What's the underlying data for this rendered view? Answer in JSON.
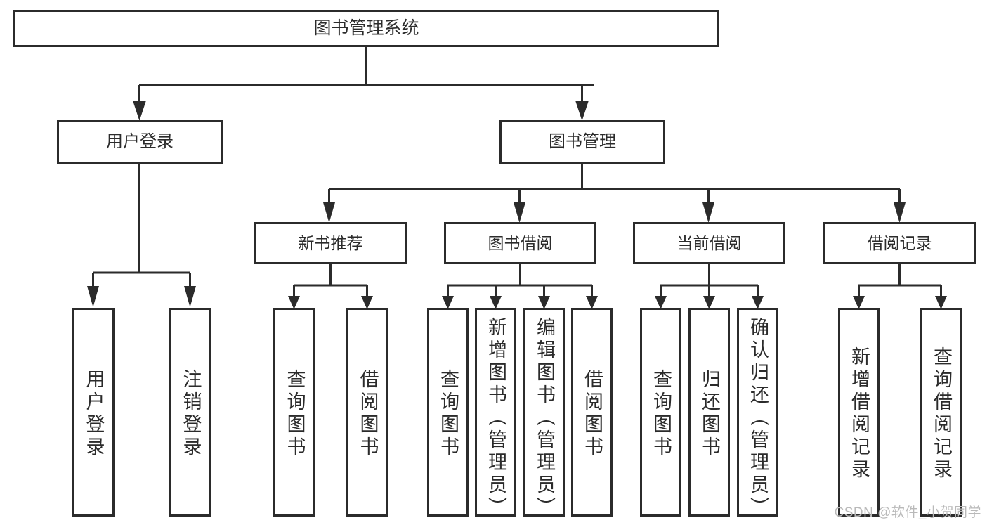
{
  "diagram": {
    "title": "图书管理系统",
    "type": "hierarchy-tree",
    "stroke_color": "#2b2b2b",
    "background_color": "#ffffff",
    "text_color": "#2b2b2b",
    "root": {
      "label": "图书管理系统"
    },
    "level2": [
      {
        "id": "user-login",
        "label": "用户登录"
      },
      {
        "id": "book-management",
        "label": "图书管理"
      }
    ],
    "level3": [
      {
        "id": "new-book-recommend",
        "label": "新书推荐"
      },
      {
        "id": "book-borrow",
        "label": "图书借阅"
      },
      {
        "id": "current-borrow",
        "label": "当前借阅"
      },
      {
        "id": "borrow-record",
        "label": "借阅记录"
      }
    ],
    "leaves": {
      "user_login": [
        {
          "id": "leaf-user-login",
          "label": "用户登录"
        },
        {
          "id": "leaf-logout-login",
          "label": "注销登录"
        }
      ],
      "new_book_recommend": [
        {
          "id": "leaf-query-book-1",
          "label": "查询图书"
        },
        {
          "id": "leaf-borrow-book-1",
          "label": "借阅图书"
        }
      ],
      "book_borrow": [
        {
          "id": "leaf-query-book-2",
          "label": "查询图书"
        },
        {
          "id": "leaf-add-book",
          "label": "新增图书（管理员）"
        },
        {
          "id": "leaf-edit-book",
          "label": "编辑图书（管理员）"
        },
        {
          "id": "leaf-borrow-book-2",
          "label": "借阅图书"
        }
      ],
      "current_borrow": [
        {
          "id": "leaf-query-book-3",
          "label": "查询图书"
        },
        {
          "id": "leaf-return-book",
          "label": "归还图书"
        },
        {
          "id": "leaf-confirm-return",
          "label": "确认归还（管理员）"
        }
      ],
      "borrow_record": [
        {
          "id": "leaf-add-record",
          "label": "新增借阅记录"
        },
        {
          "id": "leaf-query-record",
          "label": "查询借阅记录"
        }
      ]
    }
  },
  "watermark": {
    "text": "CSDN @软件_小贺同学"
  }
}
